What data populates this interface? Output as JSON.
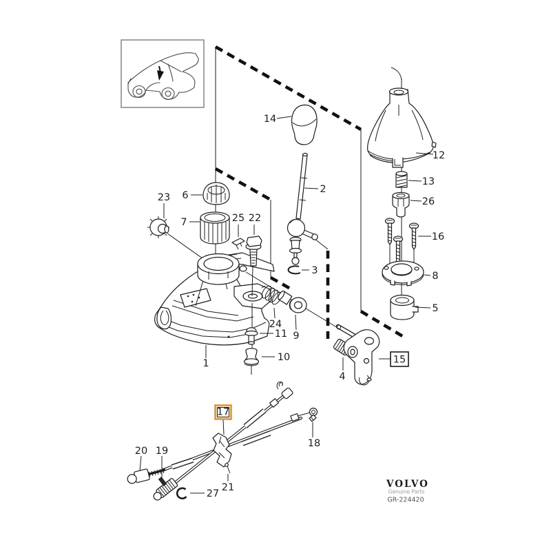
{
  "document": {
    "type": "exploded-parts-diagram",
    "subject": "gear shift control assembly"
  },
  "callouts": {
    "c1": "1",
    "c2": "2",
    "c3": "3",
    "c4": "4",
    "c5": "5",
    "c6": "6",
    "c7": "7",
    "c8": "8",
    "c9": "9",
    "c10": "10",
    "c11": "11",
    "c12": "12",
    "c13": "13",
    "c14": "14",
    "c15": "15",
    "c16": "16",
    "c17": "17",
    "c18": "18",
    "c19": "19",
    "c20": "20",
    "c21": "21",
    "c22": "22",
    "c23": "23",
    "c24": "24",
    "c25": "25",
    "c26": "26",
    "c27": "27"
  },
  "highlight": {
    "selected_callout": "17",
    "color": "#E09A3C"
  },
  "footer": {
    "brand": "VOLVO",
    "tagline": "Genuine Parts",
    "code": "GR-224420"
  }
}
